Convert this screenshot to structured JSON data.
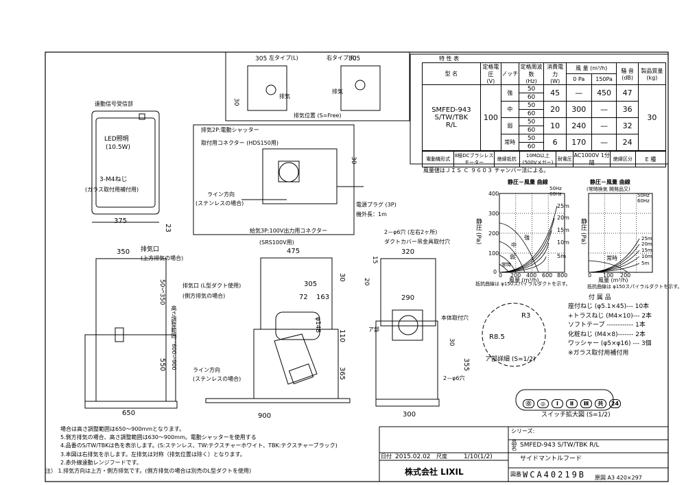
{
  "title_block": {
    "series_label": "シリーズ:",
    "model": "SMFED-943 S/TW/TBK R/L",
    "name_label": "品名",
    "product_name": "サイドマントルフード",
    "date_label": "日付",
    "date": "2015.02.02",
    "scale_label": "尺度",
    "scale": "1/10(1/2)",
    "company": "株式会社 LIXIL",
    "drawing_label": "図番",
    "drawing_no": "WCA40219B",
    "paper": "原図 A3 420×297"
  },
  "spec_table": {
    "title": "特 性 表",
    "h_model": "型 名",
    "h_voltage": "定格電圧",
    "h_voltage_unit": "(V)",
    "h_notch": "ノッチ",
    "h_freq": "定格周波数",
    "h_freq_unit": "(Hz)",
    "h_power": "消費電力",
    "h_power_unit": "(W)",
    "h_airflow": "風 量 (m³/h)",
    "h_0pa": "0 Pa",
    "h_150pa": "150Pa",
    "h_noise": "騒 音",
    "h_noise_unit": "(dB)",
    "h_weight": "製品質量",
    "h_weight_unit": "(kg)",
    "model_l1": "SMFED-943",
    "model_l2": "S/TW/TBK",
    "model_l3": "R/L",
    "voltage": "100",
    "weight": "30",
    "f50": "50",
    "f60": "60",
    "dash": "—",
    "rows": [
      {
        "notch": "強",
        "power": "45",
        "q0": "—",
        "q150": "450",
        "db": "47"
      },
      {
        "notch": "中",
        "power": "20",
        "q0": "300",
        "q150": "—",
        "db": "36"
      },
      {
        "notch": "弱",
        "power": "10",
        "q0": "240",
        "q150": "—",
        "db": "32"
      },
      {
        "notch": "常時",
        "power": "6",
        "q0": "170",
        "q150": "—",
        "db": "24"
      }
    ],
    "motor_label": "電動機形式",
    "motor_type": "8極DCブラシレスモーター",
    "insulation_label": "絶縁抵抗",
    "insulation_val": "10MΩ以上(500Vメガー)",
    "withstand_label": "耐電圧",
    "withstand_val": "AC1000V 1分間",
    "class_label": "絶縁区分",
    "class_val": "E 種",
    "note": "風量値はＪＩＳ Ｃ ９６０３ チャンバー法による。"
  },
  "chart_left": {
    "title": "静圧－風量 曲線",
    "legend_50": "50Hz",
    "legend_60": "60Hz",
    "ylabel": "静圧 (Pa)",
    "xlabel": "風量 (m³/h)",
    "yticks": [
      "400",
      "300",
      "200",
      "100",
      "0"
    ],
    "xticks": [
      "0",
      "200",
      "400",
      "600",
      "800"
    ],
    "duct_labels": [
      "25m",
      "20m",
      "15m",
      "10m",
      "5m"
    ],
    "notch_labels": [
      "強",
      "中",
      "弱",
      "常時"
    ],
    "note": "抵抗曲線は φ150スパイラルダクトを示す。"
  },
  "chart_right": {
    "title": "静圧－風量 曲線",
    "subtitle": "(常時換気 開発品又)",
    "legend_50": "50Hz",
    "legend_60": "60Hz",
    "ylabel": "静圧 (Pa)",
    "xlabel": "風量 (m³/h)",
    "xticks": [
      "0",
      "100",
      "200"
    ],
    "duct_labels": [
      "25m",
      "20m",
      "15m",
      "10m",
      "5m"
    ],
    "notch_label": "常時",
    "note": "抵抗曲線は φ150スパイラルダクトを示す。"
  },
  "accessories": {
    "title": "付 属 品",
    "items": [
      "座付ねじ (φ5.1×45)--- 10本",
      "+トラスねじ (M4×10)--- 2本",
      "ソフトテープ ------------ 1本",
      "化粧ねじ (M4×8)------- 2本",
      "ワッシャー (φ5×φ16) --- 3個",
      "※ガラス取付用補付用"
    ]
  },
  "switch_panel": {
    "buttons": [
      "⓪",
      "◎",
      "Ⅰ",
      "Ⅱ",
      "Ⅲ",
      "共",
      "24"
    ],
    "caption": "スイッチ拡大図 (S=1/2)"
  },
  "detail_a": {
    "r3": "R3",
    "r85": "R8.5",
    "caption": "ア部詳細 (S=1/2)"
  },
  "notes": [
    "場合は高さ調整範囲は650～900mmとなります。",
    "5.側方排気の場合、高さ調整範囲は630～900mm。電動シャッターを使用する",
    "4.品番のS/TW/TBKは色を表示します。(S:ステンレス、TW:テクスチャーホワイト、TBK:テクスチャーブラック)",
    "3.本図は右排気を示します。左排気は対称（排気位置は除く）となります。",
    "2.赤外線遠動レンジフードです。",
    "注） 1.排気方向は上方・側方排気です。(側方排気の場合は別売のL型ダクトを使用)"
  ],
  "top_view": {
    "d305": "305",
    "d30": "30",
    "left_type": "左タイプ(L)",
    "right_type": "右タイプ(R)",
    "exhaust": "排気",
    "caption": "排気位置 (S=Free)"
  },
  "front_labels": {
    "ir_receiver": "遠動信号受信部",
    "led": "LED照明",
    "led_w": "(10.5W)",
    "m4": "3-M4ねじ",
    "glass": "(ガラス取付用補付用)",
    "d375": "375",
    "d23": "23"
  },
  "inner_labels": {
    "shutter": "排気2P:電動シャッター",
    "connector": "取付用コネクター (HDS150用)",
    "line": "ライン方向",
    "line_sub": "(ステンレスの場合)",
    "plug": "電源プラグ (3P)",
    "cord": "機外長：1m",
    "supply": "給気3P:100V出力用コネクター",
    "srs": "(SRS100V用)",
    "d30": "30"
  },
  "elev_left": {
    "d350": "350",
    "exhaust": "排気口",
    "exhaust_sub": "(上方排気の場合)",
    "h1": "50～350",
    "h2": "高さ調整範囲：600～900",
    "h3": "550",
    "d650": "650"
  },
  "elev_mid": {
    "d475": "475",
    "d305": "305",
    "d72": "72",
    "d163": "163",
    "phi148": "φ148",
    "d110": "110",
    "d365": "365",
    "d30": "30",
    "d900": "900",
    "exhaust": "排気口 (L型ダクト使用)",
    "exhaust_sub": "(側方排気の場合)",
    "line": "ライン方向",
    "line_sub": "(ステンレスの場合)"
  },
  "elev_right": {
    "holes2": "2－φ6穴 (左右2ヶ所)",
    "duct_cover": "ダクトカバー吊金具取付穴",
    "d320": "320",
    "d15": "15",
    "d20": "20",
    "d290": "290",
    "fixing": "本体取付穴",
    "a_part": "ア部",
    "d30": "30",
    "d355": "355",
    "holes": "2－φ6穴",
    "d300": "300"
  }
}
